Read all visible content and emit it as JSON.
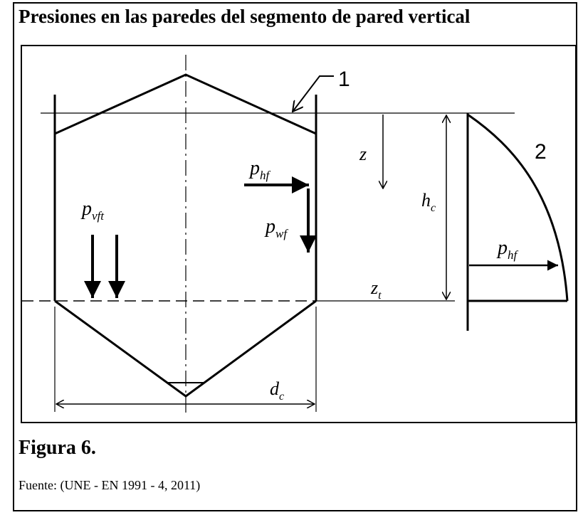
{
  "title": "Presiones en las paredes del segmento de pared vertical",
  "diagram": {
    "labels": {
      "callout_1": "1",
      "callout_2": "2",
      "z": "z",
      "z_t": "z",
      "z_t_sub": "t",
      "h_c": "h",
      "h_c_sub": "c",
      "d_c": "d",
      "d_c_sub": "c",
      "p_hf": "p",
      "p_hf_sub": "hf",
      "p_wf": "p",
      "p_wf_sub": "wf",
      "p_vft": "p",
      "p_vft_sub": "vft",
      "p_hf_curve": "p",
      "p_hf_curve_sub": "hf"
    }
  },
  "caption": "Figura 6.",
  "source": "Fuente: (UNE - EN 1991 - 4, 2011)"
}
